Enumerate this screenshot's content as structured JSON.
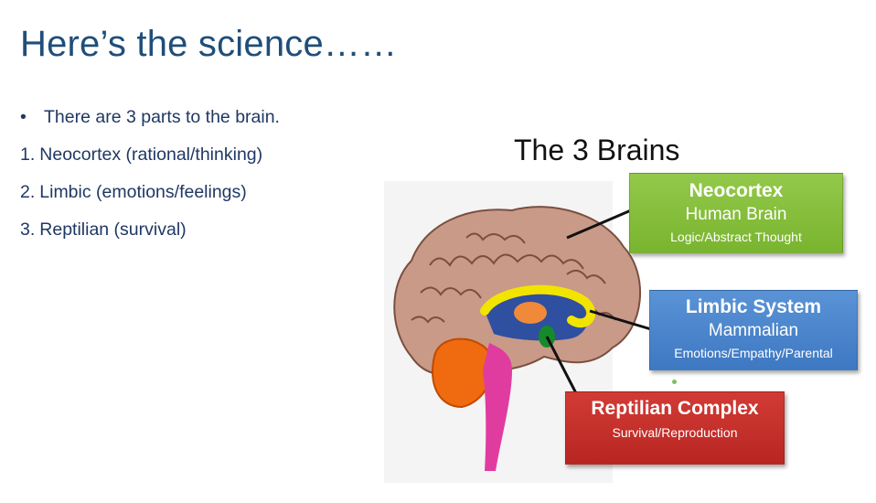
{
  "slide": {
    "title": "Here’s the science……",
    "bullet": {
      "symbol": "•",
      "text": "There are 3 parts to the brain."
    },
    "numbered": [
      {
        "num": "1.",
        "text": "Neocortex (rational/thinking)"
      },
      {
        "num": "2.",
        "text": "Limbic (emotions/feelings)"
      },
      {
        "num": "3.",
        "text": "Reptilian (survival)"
      }
    ]
  },
  "figure": {
    "title": "The 3 Brains",
    "labels": {
      "neocortex": {
        "heading": "Neocortex",
        "line1": "Human Brain",
        "line2": "Logic/Abstract Thought",
        "color": "#86bf3c"
      },
      "limbic": {
        "heading": "Limbic System",
        "line1": "Mammalian",
        "line2": "Emotions/Empathy/Parental",
        "color": "#4a86cc"
      },
      "reptilian": {
        "heading": "Reptilian Complex",
        "line1": "Survival/Reproduction",
        "color": "#c8302b"
      }
    }
  }
}
